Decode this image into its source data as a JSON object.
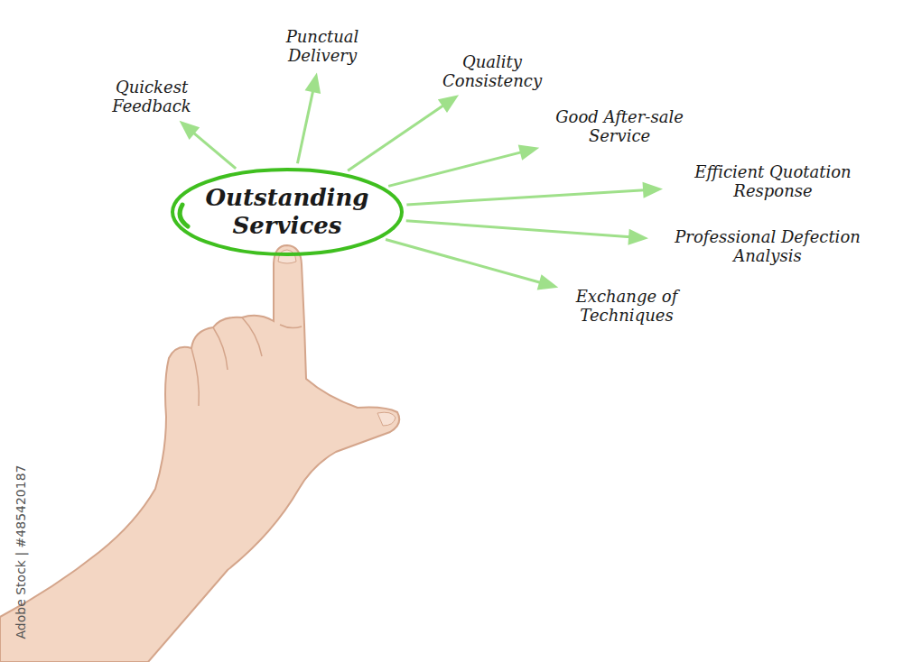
{
  "diagram": {
    "nodes": [
      {
        "text": [
          "Outstanding Services"
        ]
      },
      {
        "text": [
          "Quickest Feedback"
        ]
      },
      {
        "text": [
          "Punctual Delivery"
        ]
      },
      {
        "text": [
          "Quality Consistency"
        ]
      },
      {
        "text": [
          "Good After-sale Service"
        ]
      },
      {
        "text": [
          "Efficient Quotation Response"
        ]
      },
      {
        "text": [
          "Professional Defection Analysis"
        ]
      },
      {
        "text": [
          "Exchange of Techniques"
        ]
      }
    ],
    "edges": [
      {
        "from": 0,
        "to": 1,
        "arrow": "to"
      },
      {
        "from": 0,
        "to": 2,
        "arrow": "to"
      },
      {
        "from": 0,
        "to": 3,
        "arrow": "to"
      },
      {
        "from": 0,
        "to": 4,
        "arrow": "to"
      },
      {
        "from": 0,
        "to": 5,
        "arrow": "to"
      },
      {
        "from": 0,
        "to": 6,
        "arrow": "to"
      },
      {
        "from": 0,
        "to": 7,
        "arrow": "to"
      }
    ],
    "labels": [
      "Adobe Stock | #485420187"
    ]
  }
}
